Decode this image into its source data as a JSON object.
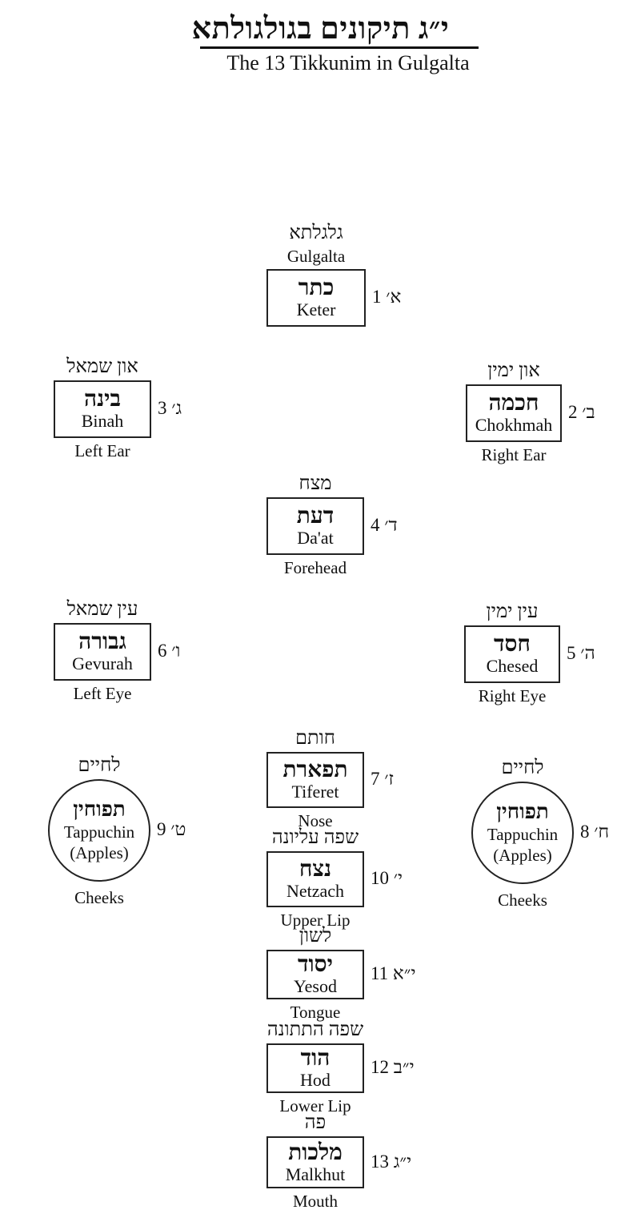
{
  "title": {
    "hebrew": "י״ג תיקונים בגולגולתא",
    "english": "The 13 Tikkunim in Gulgalta"
  },
  "nodes": [
    {
      "id": "keter",
      "number": "1",
      "hebrew_letter": "א׳",
      "hebrew_name": "כתר",
      "english_name": "Keter",
      "top_hebrew": "גלגלתא",
      "top_english": "Gulgalta",
      "bottom_english": ""
    },
    {
      "id": "chokhmah",
      "number": "2",
      "hebrew_letter": "ב׳",
      "hebrew_name": "חכמה",
      "english_name": "Chokhmah",
      "top_hebrew": "און ימין",
      "top_english": "",
      "bottom_english": "Right Ear"
    },
    {
      "id": "binah",
      "number": "3",
      "hebrew_letter": "ג׳",
      "hebrew_name": "בינה",
      "english_name": "Binah",
      "top_hebrew": "און שמאל",
      "top_english": "",
      "bottom_english": "Left Ear"
    },
    {
      "id": "daat",
      "number": "4",
      "hebrew_letter": "ד׳",
      "hebrew_name": "דעת",
      "english_name": "Da'at",
      "top_hebrew": "מצח",
      "top_english": "",
      "bottom_english": "Forehead"
    },
    {
      "id": "chesed",
      "number": "5",
      "hebrew_letter": "ה׳",
      "hebrew_name": "חסד",
      "english_name": "Chesed",
      "top_hebrew": "עין ימין",
      "top_english": "",
      "bottom_english": "Right Eye"
    },
    {
      "id": "gevurah",
      "number": "6",
      "hebrew_letter": "ו׳",
      "hebrew_name": "גבורה",
      "english_name": "Gevurah",
      "top_hebrew": "עין שמאל",
      "top_english": "",
      "bottom_english": "Left Eye"
    },
    {
      "id": "tiferet",
      "number": "7",
      "hebrew_letter": "ז׳",
      "hebrew_name": "תפארת",
      "english_name": "Tiferet",
      "top_hebrew": "חותם",
      "top_english": "",
      "bottom_english": "Nose"
    },
    {
      "id": "tappuchin-right",
      "number": "8",
      "hebrew_letter": "ח׳",
      "hebrew_name": "תפוחין",
      "english_name": "Tappuchin",
      "english_sub": "(Apples)",
      "top_hebrew": "לחיים",
      "top_english": "",
      "bottom_english": "Cheeks"
    },
    {
      "id": "tappuchin-left",
      "number": "9",
      "hebrew_letter": "ט׳",
      "hebrew_name": "תפוחין",
      "english_name": "Tappuchin",
      "english_sub": "(Apples)",
      "top_hebrew": "לחיים",
      "top_english": "",
      "bottom_english": "Cheeks"
    },
    {
      "id": "netzach",
      "number": "10",
      "hebrew_letter": "י׳",
      "hebrew_name": "נצח",
      "english_name": "Netzach",
      "top_hebrew": "שפה עליונה",
      "top_english": "",
      "bottom_english": "Upper Lip"
    },
    {
      "id": "yesod",
      "number": "11",
      "hebrew_letter": "י״א",
      "hebrew_name": "יסוד",
      "english_name": "Yesod",
      "top_hebrew": "לשון",
      "top_english": "",
      "bottom_english": "Tongue"
    },
    {
      "id": "hod",
      "number": "12",
      "hebrew_letter": "י״ב",
      "hebrew_name": "הוד",
      "english_name": "Hod",
      "top_hebrew": "שפה התתונה",
      "top_english": "",
      "bottom_english": "Lower Lip"
    },
    {
      "id": "malkhut",
      "number": "13",
      "hebrew_letter": "י״ג",
      "hebrew_name": "מלכות",
      "english_name": "Malkhut",
      "top_hebrew": "פה",
      "top_english": "",
      "bottom_english": "Mouth"
    }
  ]
}
